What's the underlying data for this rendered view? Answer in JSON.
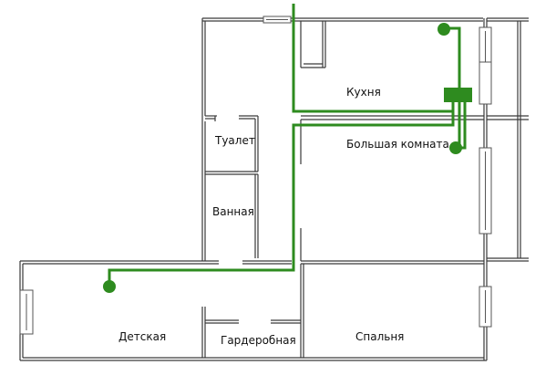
{
  "rooms": {
    "kitchen": "Кухня",
    "big_room": "Большая комната",
    "toilet": "Туалет",
    "bathroom": "Ванная",
    "kids_room": "Детская",
    "wardrobe": "Гардеробная",
    "bedroom": "Спальня"
  },
  "colors": {
    "wall": "#3a3a3a",
    "pipe": "#2e8b1f",
    "window": "#555555",
    "background": "#ffffff"
  },
  "icons": {
    "router": "router-box-icon",
    "access_point": "access-point-dot-icon"
  }
}
